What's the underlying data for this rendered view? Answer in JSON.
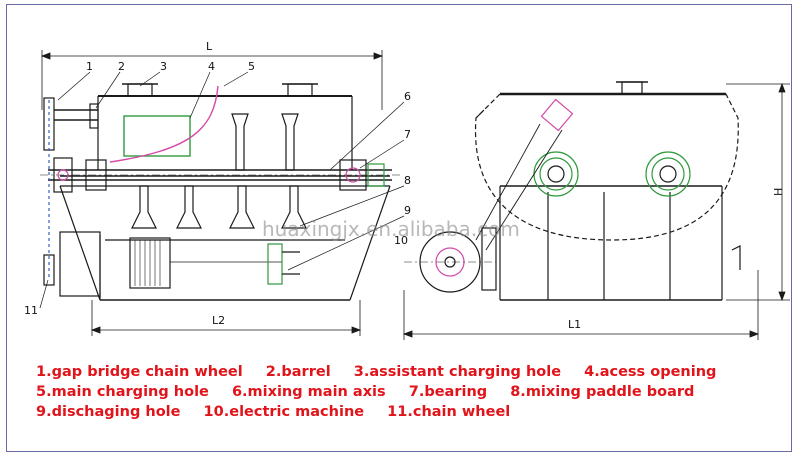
{
  "callouts": [
    "1",
    "2",
    "3",
    "4",
    "5",
    "6",
    "7",
    "8",
    "9",
    "10",
    "11"
  ],
  "dimensions": {
    "front_length": "L",
    "front_bottom_length": "L2",
    "side_length": "L1",
    "side_height": "H"
  },
  "watermark": "huaxingjx.en.alibaba.com",
  "legend": {
    "rows": [
      [
        "1.gap bridge chain wheel",
        "2.barrel",
        "3.assistant charging hole",
        "4.acess opening"
      ],
      [
        "5.main charging hole",
        "6.mixing main axis",
        "7.bearing",
        "8.mixing paddle board"
      ],
      [
        "9.dischaging hole",
        "10.electric machine",
        "11.chain wheel"
      ]
    ]
  },
  "colors": {
    "line": "#1a1a1a",
    "legend_text": "#e2141b",
    "pink": "#d44aa6",
    "green": "#2f9a3c",
    "dim_line": "#333333"
  }
}
